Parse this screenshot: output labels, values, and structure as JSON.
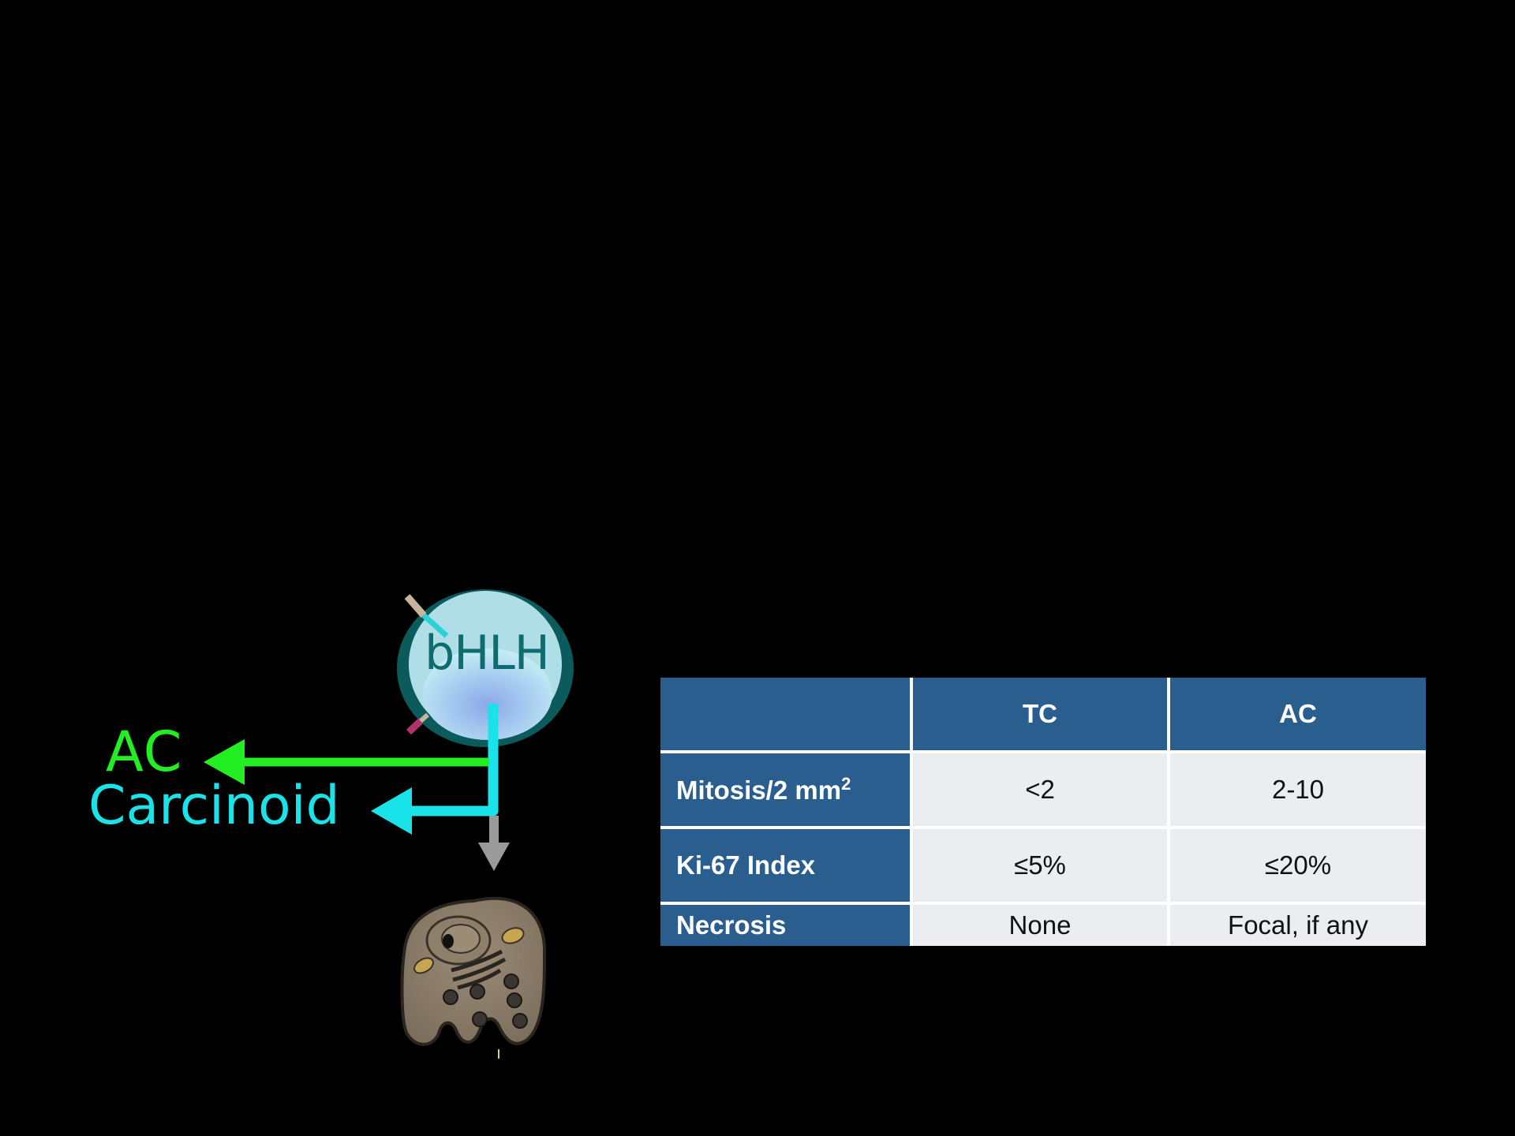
{
  "diagram": {
    "nucleus_label": "bHLH",
    "branches": [
      {
        "label": "AC",
        "color": "#22ee22"
      },
      {
        "label": "Carcinoid",
        "color": "#19e3e8"
      }
    ],
    "cell_icon": "neuroendocrine-cell-icon",
    "down_arrow_color": "#9a9a9a"
  },
  "table": {
    "header_color": "#2a5e8f",
    "cell_color": "#ecedf0",
    "columns": [
      "",
      "TC",
      "AC"
    ],
    "rows": [
      {
        "label": "Mitosis/2 mm",
        "sup": "2",
        "values": [
          "<2",
          "2-10"
        ]
      },
      {
        "label": "Ki-67 Index",
        "values": [
          "≤5%",
          "≤20%"
        ]
      },
      {
        "label": "Necrosis",
        "values": [
          "None",
          "Focal, if any"
        ]
      }
    ]
  }
}
